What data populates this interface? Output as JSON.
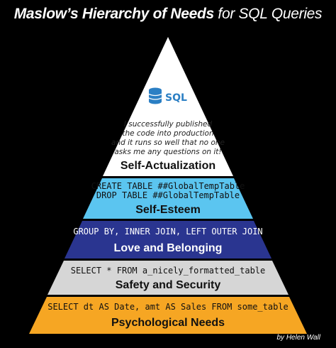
{
  "title": {
    "bold_part": "Maslow’s Hierarchy of Needs",
    "normal_part": " for SQL Queries"
  },
  "logo": {
    "icon": "database-icon",
    "text": "SQL"
  },
  "levels": [
    {
      "name": "Self-Actualization",
      "quote_lines": [
        "I  successfully published",
        "the   code into production",
        "and it runs so well that no one",
        "asks me any questions on it!"
      ],
      "color": "#ffffff"
    },
    {
      "name": "Self-Esteem",
      "code_lines": [
        "CREATE TABLE ##GlobalTempTable",
        "DROP TABLE ##GlobalTempTable"
      ],
      "color": "#5bc5f0"
    },
    {
      "name": "Love and Belonging",
      "code_lines": [
        "GROUP BY, INNER JOIN, LEFT OUTER JOIN"
      ],
      "color": "#2a3590"
    },
    {
      "name": "Safety and Security",
      "code_lines": [
        "SELECT * FROM a_nicely_formatted_table"
      ],
      "color": "#d6d6d6"
    },
    {
      "name": "Psychological Needs",
      "code_lines": [
        "SELECT dt AS Date, amt AS Sales FROM some_table"
      ],
      "color": "#f6a623"
    }
  ],
  "credit": "by Helen Wall"
}
